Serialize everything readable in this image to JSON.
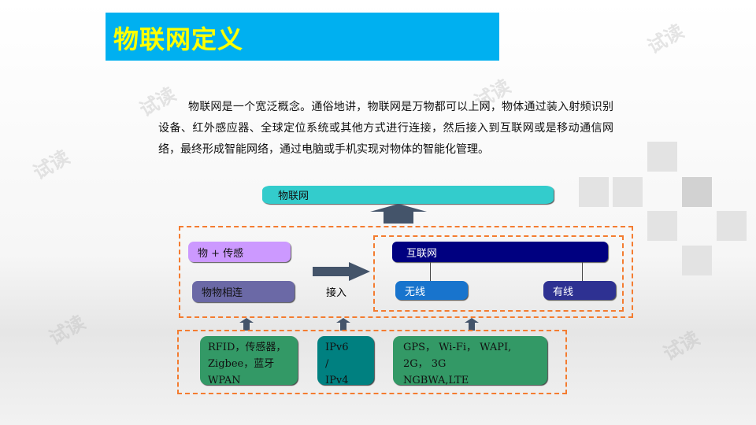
{
  "title": "物联网定义",
  "paragraph": "物联网是一个宽泛概念。通俗地讲，物联网是万物都可以上网，物体通过装入射频识别设备、红外感应器、全球定位系统或其他方式进行连接，然后接入到互联网或是移动通信网络，最终形成智能网络，通过电脑或手机实现对物体的智能化管理。",
  "diagram": {
    "top": "物联网",
    "left_top": "物 + 传感",
    "left_bottom": "物物相连",
    "access_label": "接入",
    "internet": "互联网",
    "wireless": "无线",
    "wired": "有线",
    "bottom_boxes": [
      {
        "lines": [
          "RFID，传感器，",
          "Zigbee，蓝牙",
          "WPAN"
        ]
      },
      {
        "lines": [
          "IPv6",
          "/",
          "IPv4"
        ]
      },
      {
        "lines": [
          "GPS， Wi-Fi， WAPI,",
          "2G， 3G",
          "NGBWA,LTE"
        ]
      }
    ]
  },
  "watermark": "试读",
  "colors": {
    "title_bg": "#00b0f0",
    "title_text": "#ffff00",
    "dash": "#f47c30"
  }
}
